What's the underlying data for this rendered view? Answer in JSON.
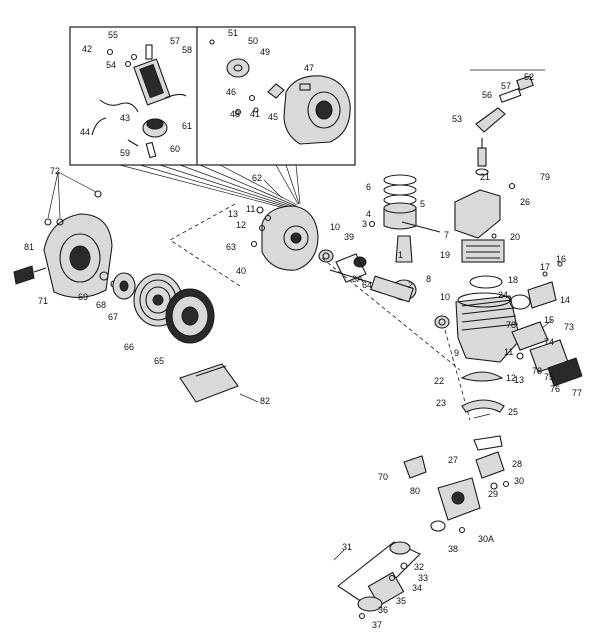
{
  "diagram": {
    "callouts": [
      {
        "id": "c55",
        "text": "55"
      },
      {
        "id": "c57",
        "text": "57"
      },
      {
        "id": "c42",
        "text": "42"
      },
      {
        "id": "c54",
        "text": "54"
      },
      {
        "id": "c58",
        "text": "58"
      },
      {
        "id": "c43",
        "text": "43"
      },
      {
        "id": "c44",
        "text": "44"
      },
      {
        "id": "c61",
        "text": "61"
      },
      {
        "id": "c59",
        "text": "59"
      },
      {
        "id": "c60",
        "text": "60"
      },
      {
        "id": "c51",
        "text": "51"
      },
      {
        "id": "c50",
        "text": "50"
      },
      {
        "id": "c49",
        "text": "49"
      },
      {
        "id": "c47",
        "text": "47"
      },
      {
        "id": "c46",
        "text": "46"
      },
      {
        "id": "c48",
        "text": "48"
      },
      {
        "id": "c41",
        "text": "41"
      },
      {
        "id": "c45",
        "text": "45"
      },
      {
        "id": "c52",
        "text": "52"
      },
      {
        "id": "c57b",
        "text": "57"
      },
      {
        "id": "c56",
        "text": "56"
      },
      {
        "id": "c53",
        "text": "53"
      },
      {
        "id": "c72",
        "text": "72"
      },
      {
        "id": "c62",
        "text": "62"
      },
      {
        "id": "c21",
        "text": "21"
      },
      {
        "id": "c79",
        "text": "79"
      },
      {
        "id": "c6",
        "text": "6"
      },
      {
        "id": "c5",
        "text": "5"
      },
      {
        "id": "c26",
        "text": "26"
      },
      {
        "id": "c4",
        "text": "4"
      },
      {
        "id": "c3",
        "text": "3"
      },
      {
        "id": "c7",
        "text": "7"
      },
      {
        "id": "c13",
        "text": "13"
      },
      {
        "id": "c11",
        "text": "11"
      },
      {
        "id": "c12",
        "text": "12"
      },
      {
        "id": "c10",
        "text": "10"
      },
      {
        "id": "c39",
        "text": "39"
      },
      {
        "id": "c20",
        "text": "20"
      },
      {
        "id": "c81",
        "text": "81"
      },
      {
        "id": "c63",
        "text": "63"
      },
      {
        "id": "c19",
        "text": "19"
      },
      {
        "id": "c40",
        "text": "40"
      },
      {
        "id": "c1",
        "text": "1"
      },
      {
        "id": "c3A",
        "text": "3A"
      },
      {
        "id": "c17",
        "text": "17"
      },
      {
        "id": "c16",
        "text": "16"
      },
      {
        "id": "c18",
        "text": "18"
      },
      {
        "id": "c2",
        "text": "2"
      },
      {
        "id": "c64",
        "text": "64"
      },
      {
        "id": "c8",
        "text": "8"
      },
      {
        "id": "c71",
        "text": "71"
      },
      {
        "id": "c69",
        "text": "69"
      },
      {
        "id": "c68",
        "text": "68"
      },
      {
        "id": "c67",
        "text": "67"
      },
      {
        "id": "c10b",
        "text": "10"
      },
      {
        "id": "c24",
        "text": "24"
      },
      {
        "id": "c15",
        "text": "15"
      },
      {
        "id": "c14",
        "text": "14"
      },
      {
        "id": "c73",
        "text": "73"
      },
      {
        "id": "c66",
        "text": "66"
      },
      {
        "id": "c9",
        "text": "9"
      },
      {
        "id": "c65",
        "text": "65"
      },
      {
        "id": "c78",
        "text": "78"
      },
      {
        "id": "c74",
        "text": "74"
      },
      {
        "id": "c11b",
        "text": "11"
      },
      {
        "id": "c78b",
        "text": "78"
      },
      {
        "id": "c12b",
        "text": "12"
      },
      {
        "id": "c13b",
        "text": "13"
      },
      {
        "id": "c75",
        "text": "75"
      },
      {
        "id": "c22",
        "text": "22"
      },
      {
        "id": "c76",
        "text": "76"
      },
      {
        "id": "c77",
        "text": "77"
      },
      {
        "id": "c82",
        "text": "82"
      },
      {
        "id": "c23",
        "text": "23"
      },
      {
        "id": "c25",
        "text": "25"
      },
      {
        "id": "c27",
        "text": "27"
      },
      {
        "id": "c28",
        "text": "28"
      },
      {
        "id": "c70",
        "text": "70"
      },
      {
        "id": "c30",
        "text": "30"
      },
      {
        "id": "c80",
        "text": "80"
      },
      {
        "id": "c29",
        "text": "29"
      },
      {
        "id": "c30A",
        "text": "30A"
      },
      {
        "id": "c38",
        "text": "38"
      },
      {
        "id": "c31",
        "text": "31"
      },
      {
        "id": "c32",
        "text": "32"
      },
      {
        "id": "c33",
        "text": "33"
      },
      {
        "id": "c34",
        "text": "34"
      },
      {
        "id": "c35",
        "text": "35"
      },
      {
        "id": "c36",
        "text": "36"
      },
      {
        "id": "c37",
        "text": "37"
      }
    ]
  }
}
